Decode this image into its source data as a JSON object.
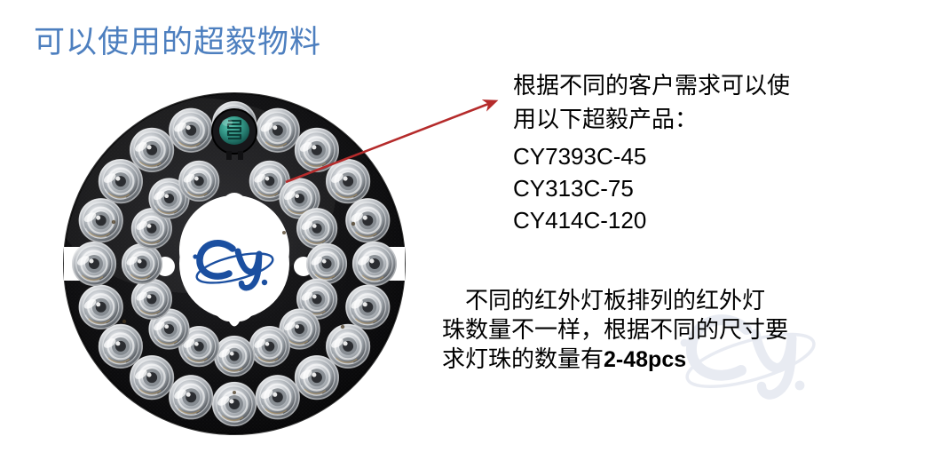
{
  "slide": {
    "title": "可以使用的超毅物料",
    "title_color": "#4d7fbf",
    "background_color": "#ffffff"
  },
  "callout": {
    "paragraph_top": "根据不同的客户需求可以使\n用以下超毅产品：",
    "product_codes": "CY7393C-45\nCY313C-75\nCY414C-120",
    "product_code_list": [
      "CY7393C-45",
      "CY313C-75",
      "CY414C-120"
    ],
    "arrow_color": "#b52b2b"
  },
  "notes": {
    "paragraph_bottom_line1": "    不同的红外灯板排列的红外灯",
    "paragraph_bottom_line2": "珠数量不一样，根据不同的尺寸要",
    "paragraph_bottom_line3_prefix": "求灯珠的数量有",
    "paragraph_bottom_line3_value": "2-48pcs",
    "quantity_range": "2-48pcs"
  },
  "product_image": {
    "name": "ir-led-board",
    "description": "圆形红外灯板",
    "board_color": "#0b0b0c",
    "logo_text": "CY",
    "logo_color": "#1b4fa0",
    "center_hole_color": "#ffffff",
    "outer_ring_led_count": 20,
    "inner_ring_led_count": 16,
    "total_led_count": 36,
    "has_photoresistor": true,
    "photoresistor_color": "#2f8f80"
  },
  "watermark": {
    "text": "CY",
    "color": "#9aa6c8"
  }
}
